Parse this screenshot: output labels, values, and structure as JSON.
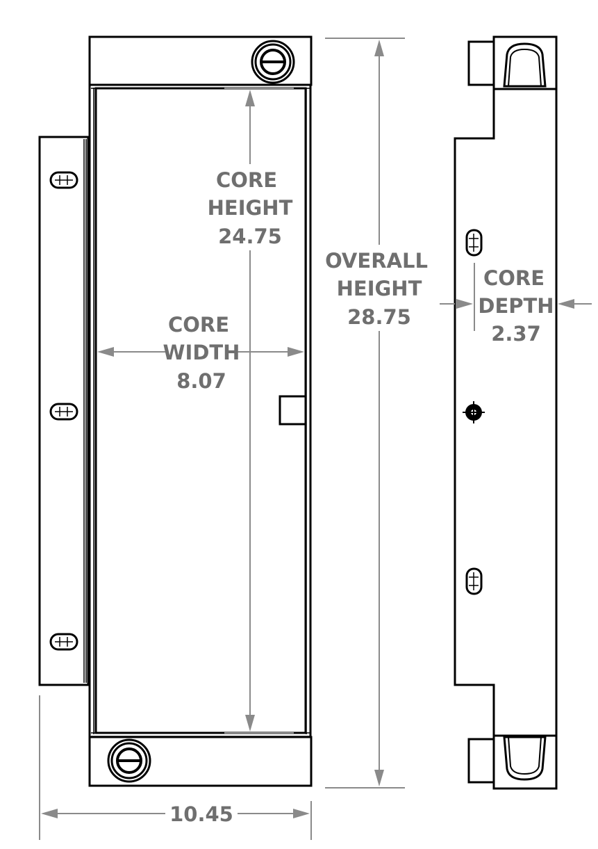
{
  "labels": {
    "core_height": {
      "line1": "CORE",
      "line2": "HEIGHT",
      "value": "24.75"
    },
    "core_width": {
      "line1": "CORE",
      "line2": "WIDTH",
      "value": "8.07"
    },
    "overall_height": {
      "line1": "OVERALL",
      "line2": "HEIGHT",
      "value": "28.75"
    },
    "core_depth": {
      "line1": "CORE",
      "line2": "DEPTH",
      "value": "2.37"
    },
    "overall_width": {
      "value": "10.45"
    }
  },
  "colors": {
    "line": "#000000",
    "dimension": "#8a8a8a",
    "dimension_text": "#6f6f6f",
    "background": "#ffffff"
  }
}
